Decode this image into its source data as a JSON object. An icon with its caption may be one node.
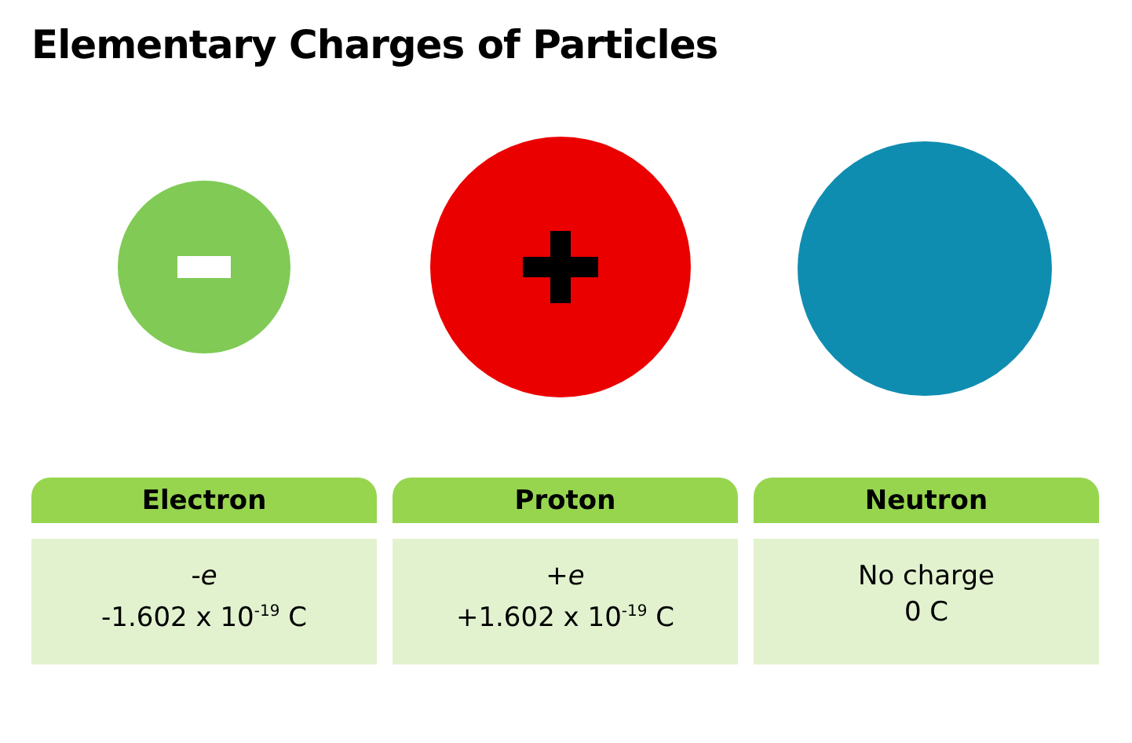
{
  "diagram": {
    "title": "Elementary Charges of Particles",
    "nodes": [
      {
        "text": [],
        "shape": "circle"
      },
      {
        "text": [],
        "shape": "circle"
      },
      {
        "text": [],
        "shape": "circle"
      }
    ],
    "labels": [
      "Electron",
      "Proton",
      "Neutron",
      "-*e*",
      "-1.602 x 10$^{-19}$ C",
      "+*e*",
      "+1.602 x 10$^{-19}$ C",
      "No charge",
      "0 C"
    ]
  }
}
